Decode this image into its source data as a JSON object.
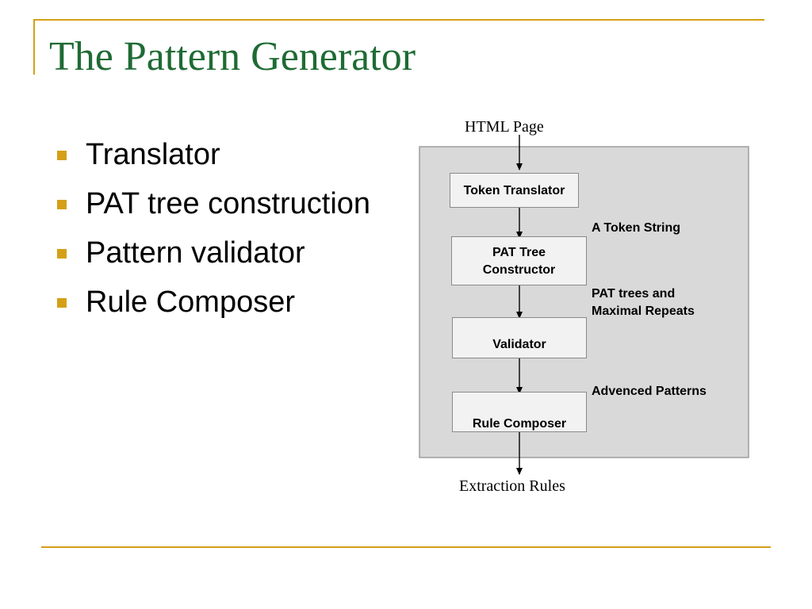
{
  "colors": {
    "accent": "#D4A017",
    "title": "#1E6B34",
    "panel_fill": "#D9D9D9",
    "panel_border": "#8A8A8A",
    "arrow": "#000000"
  },
  "slide": {
    "title": "The Pattern Generator",
    "bullets": [
      "Translator",
      "PAT tree construction",
      "Pattern validator",
      "Rule Composer"
    ]
  },
  "diagram": {
    "input_label": "HTML Page",
    "output_label": "Extraction Rules",
    "nodes": {
      "token_translator": "Token Translator",
      "pat_tree_constructor": {
        "line1": "PAT Tree",
        "line2": "Constructor"
      },
      "validator": "Validator",
      "rule_composer": "Rule Composer"
    },
    "edge_labels": {
      "token_string": "A Token String",
      "pat_trees": {
        "line1": "PAT trees and",
        "line2": "Maximal Repeats"
      },
      "advanced_patterns": "Advenced Patterns"
    }
  }
}
